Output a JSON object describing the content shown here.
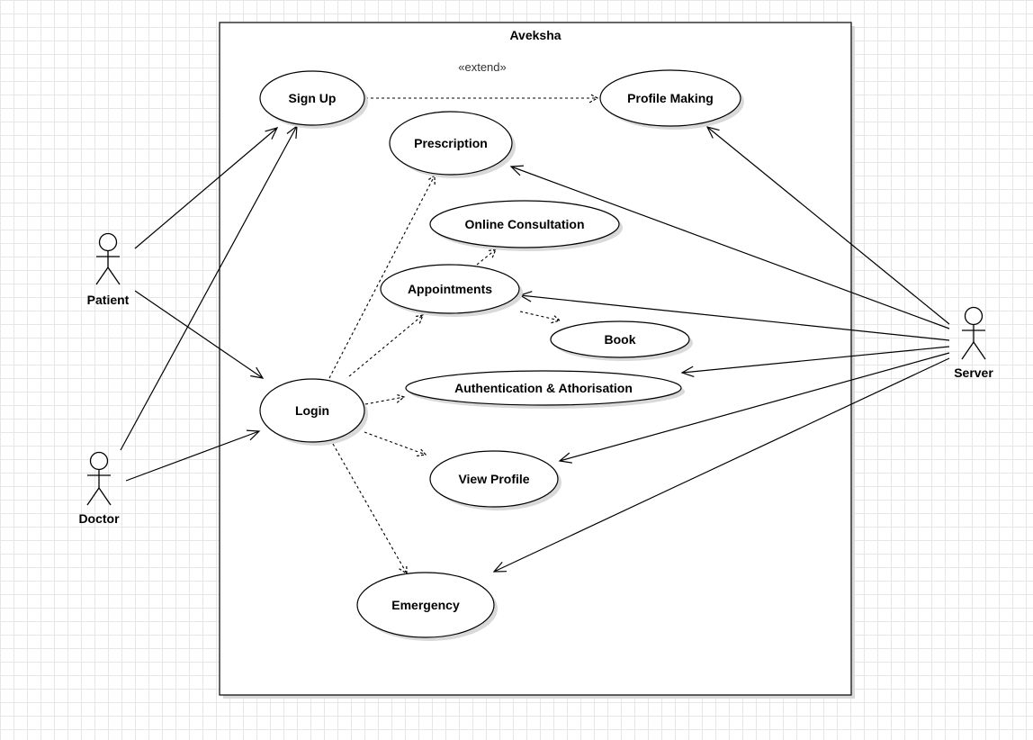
{
  "system": {
    "title": "Aveksha"
  },
  "stereotype": "«extend»",
  "actors": {
    "patient": "Patient",
    "doctor": "Doctor",
    "server": "Server"
  },
  "use_cases": {
    "sign_up": "Sign Up",
    "profile_making": "Profile Making",
    "prescription": "Prescription",
    "online_consultation": "Online Consultation",
    "appointments": "Appointments",
    "book": "Book",
    "authentication": "Authentication & Athorisation",
    "login": "Login",
    "view_profile": "View Profile",
    "emergency": "Emergency"
  }
}
